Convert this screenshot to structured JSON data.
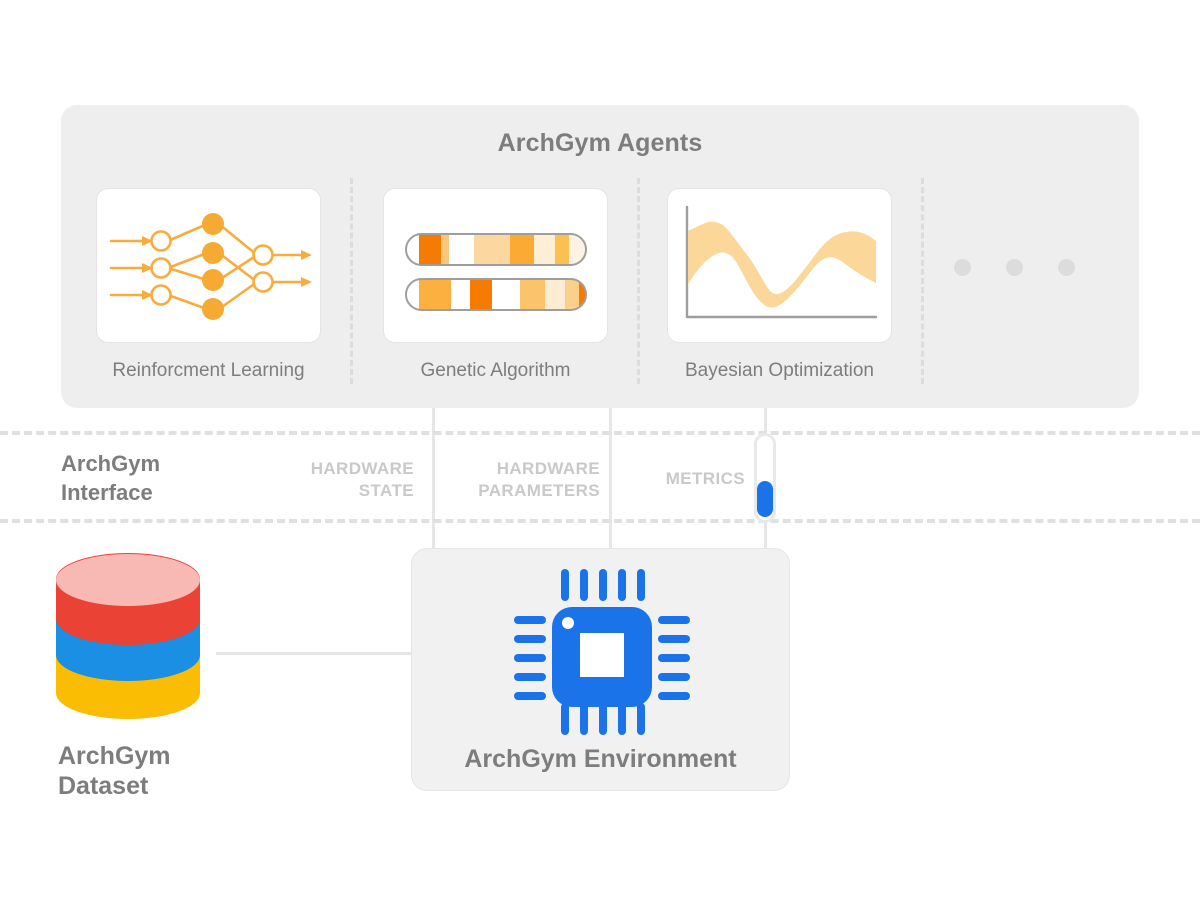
{
  "diagram": {
    "title": "ArchGym Agents",
    "background": "#ffffff"
  },
  "agents_panel": {
    "title": "ArchGym Agents",
    "background_color": "#eeeeee",
    "cards": [
      {
        "label": "Reinforcment Learning",
        "icon": "neural-network-icon",
        "accent_color": "#f9ab3c"
      },
      {
        "label": "Genetic Algorithm",
        "icon": "chromosome-icon",
        "accent_color": "#f57c00"
      },
      {
        "label": "Bayesian Optimization",
        "icon": "uncertainty-band-chart-icon",
        "accent_color": "#fbd89a"
      }
    ],
    "more_indicator": "ellipsis-dots",
    "more_dot_count": 3
  },
  "interface_band": {
    "title_line1": "ArchGym",
    "title_line2": "Interface",
    "channels": [
      {
        "line1": "HARDWARE",
        "line2": "STATE"
      },
      {
        "line1": "HARDWARE",
        "line2": "PARAMETERS"
      },
      {
        "line1": "METRICS",
        "line2": ""
      }
    ],
    "slider": {
      "name": "metrics-slider",
      "thumb_color": "#1a73e8",
      "value_position": "lower"
    },
    "divider_color": "#e0e0e0"
  },
  "environment": {
    "label": "ArchGym Environment",
    "icon": "cpu-chip-icon",
    "icon_color": "#1a73e8",
    "background_color": "#f1f1f1"
  },
  "dataset": {
    "label_line1": "ArchGym",
    "label_line2": "Dataset",
    "icon": "database-cylinder-icon",
    "layer_colors": [
      "#f8b9b4",
      "#ea4335",
      "#1a8fe3",
      "#fbbc04"
    ]
  },
  "chart_data": {
    "type": "area",
    "title": "Bayesian Optimization",
    "xlabel": "",
    "ylabel": "",
    "x": [
      0,
      1,
      2,
      3,
      4,
      5,
      6,
      7,
      8
    ],
    "series": [
      {
        "name": "upper bound",
        "values": [
          78,
          88,
          66,
          48,
          40,
          60,
          86,
          86,
          74
        ]
      },
      {
        "name": "lower bound",
        "values": [
          44,
          62,
          44,
          24,
          16,
          34,
          60,
          66,
          52
        ]
      }
    ],
    "grid": false,
    "legend": "none"
  }
}
